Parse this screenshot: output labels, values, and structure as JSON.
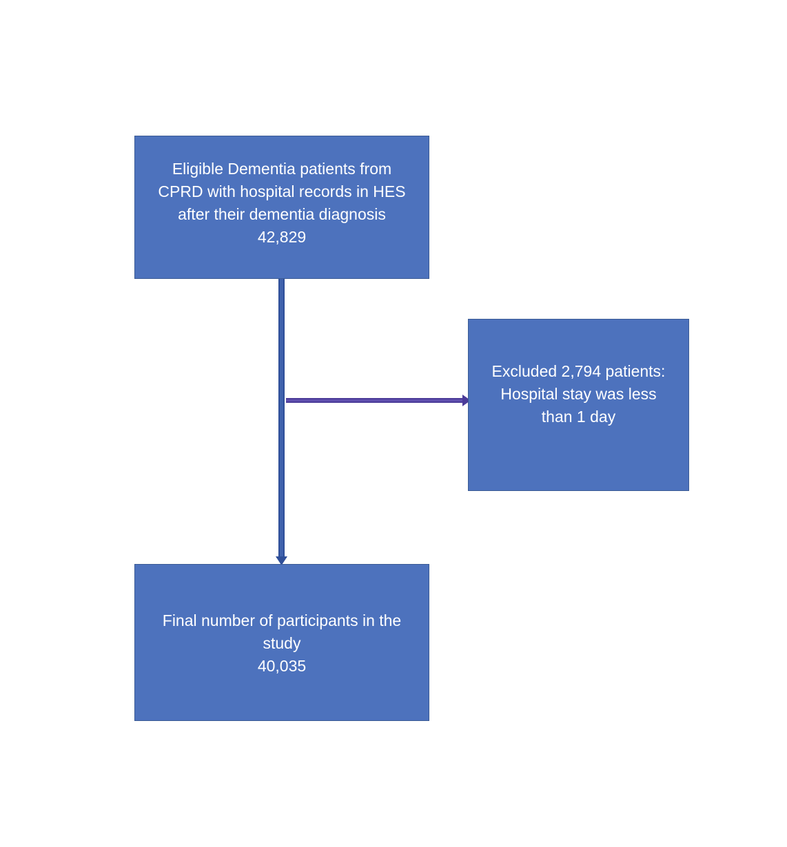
{
  "diagram": {
    "nodes": {
      "eligible": {
        "lines": [
          "Eligible Dementia patients  from",
          "CPRD with hospital  records in HES",
          "after their dementia diagnosis",
          "42,829"
        ]
      },
      "excluded": {
        "lines": [
          "Excluded 2,794 patients:",
          "Hospital stay was less",
          "than 1 day"
        ]
      },
      "final": {
        "lines": [
          "Final number of participants in the",
          "study",
          "40,035"
        ]
      }
    },
    "edges": [
      {
        "from": "eligible",
        "to": "final"
      },
      {
        "from": "eligible",
        "to": "excluded"
      }
    ],
    "colors": {
      "box_fill": "#4d72bd",
      "box_border": "#3a5a94",
      "box_text": "#ffffff",
      "vertical_arrow": "#2f4f99",
      "branch_arrow": "#4b3b99"
    }
  }
}
